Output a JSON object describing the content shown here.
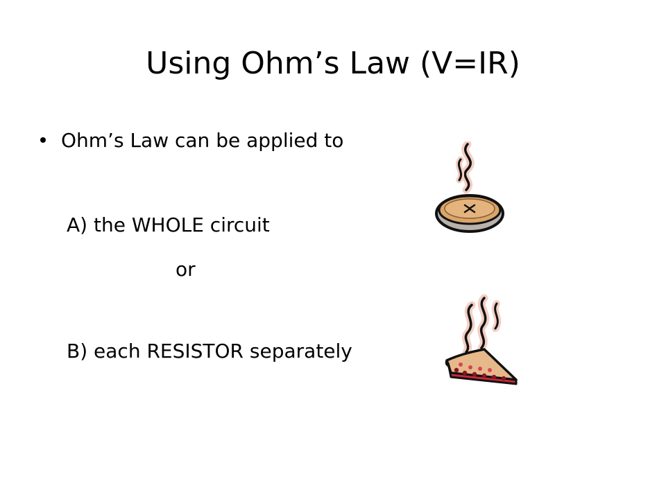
{
  "slide": {
    "title": "Using Ohm’s Law (V=IR)",
    "bullet": "Ohm’s Law can be applied to",
    "option_a": "A) the WHOLE circuit",
    "connector": "or",
    "option_b": "B) each RESISTOR separately"
  },
  "images": {
    "whole_pie": "whole-pie-icon",
    "pie_slice": "pie-slice-icon"
  }
}
